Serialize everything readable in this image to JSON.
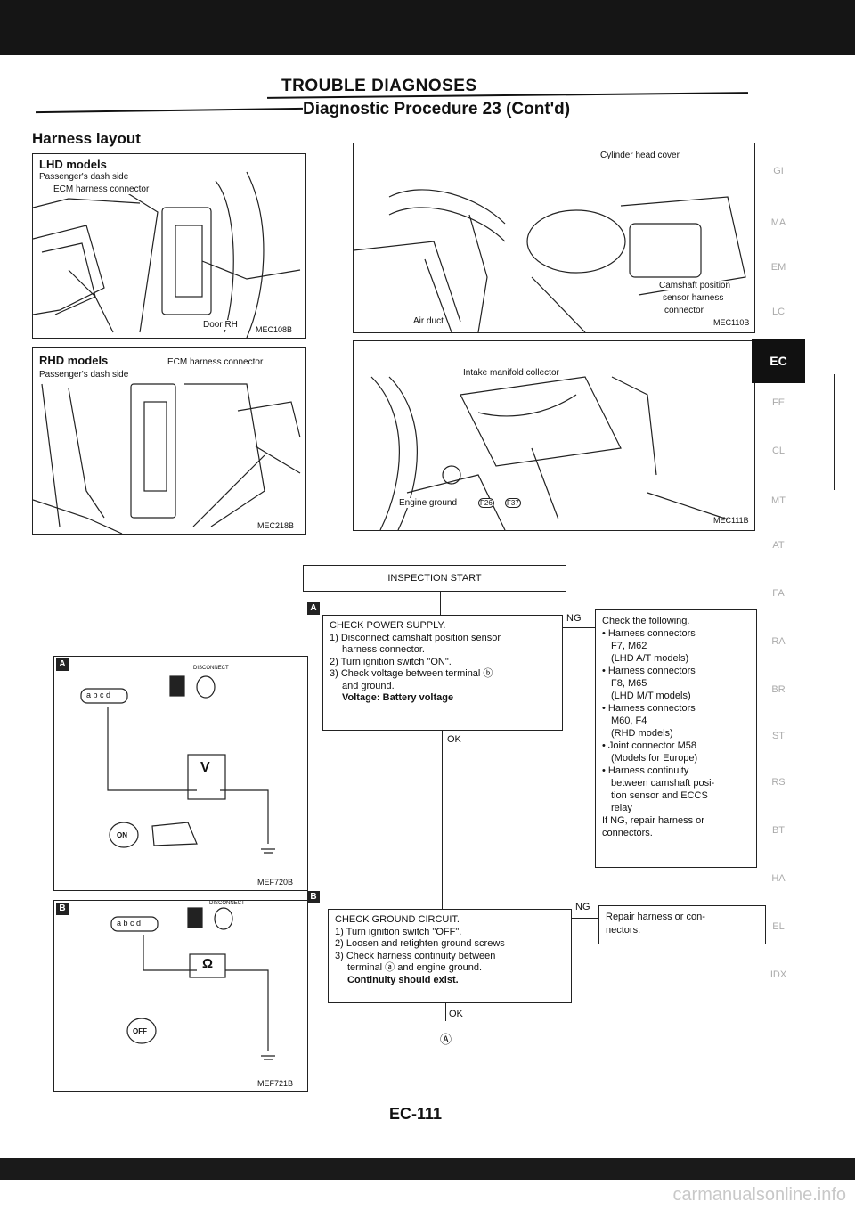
{
  "header": {
    "title": "TROUBLE DIAGNOSES",
    "subtitle": "Diagnostic Procedure 23 (Cont'd)",
    "section_heading": "Harness layout"
  },
  "figures": {
    "lhd": {
      "title": "LHD models",
      "labels": [
        "Passenger's dash side",
        "ECM harness connector",
        "Door RH"
      ],
      "code": "MEC108B"
    },
    "rhd": {
      "title": "RHD models",
      "labels": [
        "Passenger's dash side",
        "ECM harness connector"
      ],
      "code": "MEC218B"
    },
    "engine_top": {
      "labels": [
        "Cylinder head cover",
        "Camshaft position",
        "sensor harness",
        "connector",
        "Air duct"
      ],
      "code": "MEC110B"
    },
    "engine_bottom": {
      "labels": [
        "Intake manifold collector",
        "Engine ground",
        "F26",
        "F37"
      ],
      "code": "MEC111B"
    },
    "test_a": {
      "badge": "A",
      "terminals": "a b c d",
      "disconnect": "DISCONNECT",
      "meter": "V",
      "switch": "ON",
      "code": "MEF720B"
    },
    "test_b": {
      "badge": "B",
      "terminals": "a b c d",
      "disconnect": "DISCONNECT",
      "meter": "Ω",
      "switch": "OFF",
      "code": "MEF721B"
    }
  },
  "flow": {
    "start": "INSPECTION START",
    "step_a": {
      "badge": "A",
      "title": "CHECK POWER SUPPLY.",
      "lines": [
        "1) Disconnect camshaft position sensor",
        "harness connector.",
        "2) Turn ignition switch \"ON\".",
        "3) Check voltage between terminal ⓑ",
        "and ground."
      ],
      "spec": "Voltage: Battery voltage"
    },
    "ng_label": "NG",
    "ok_label": "OK",
    "check_following": {
      "title": "Check the following.",
      "items": [
        "Harness connectors",
        "F7, M62",
        "(LHD A/T models)",
        "Harness connectors",
        "F8, M65",
        "(LHD M/T models)",
        "Harness connectors",
        "M60, F4",
        "(RHD models)",
        "Joint connector M58",
        "(Models for Europe)",
        "Harness continuity",
        "between camshaft posi-",
        "tion sensor and ECCS",
        "relay",
        "If NG, repair harness or",
        "connectors."
      ]
    },
    "step_b": {
      "badge": "B",
      "title": "CHECK GROUND CIRCUIT.",
      "lines": [
        "1) Turn ignition switch \"OFF\".",
        "2) Loosen and retighten ground screws",
        "3) Check harness continuity between",
        "terminal ⓐ and engine ground."
      ],
      "spec": "Continuity should exist."
    },
    "repair": "Repair harness or con- nectors.",
    "next": "Ⓐ"
  },
  "side_tabs": [
    "GI",
    "MA",
    "EM",
    "LC",
    "FE",
    "CL",
    "MT",
    "AT",
    "FA",
    "RA",
    "BR",
    "ST",
    "RS",
    "BT",
    "HA",
    "EL",
    "IDX"
  ],
  "active_tab": "EC",
  "page_number": "EC-111",
  "watermark": "carmanualsonline.info"
}
